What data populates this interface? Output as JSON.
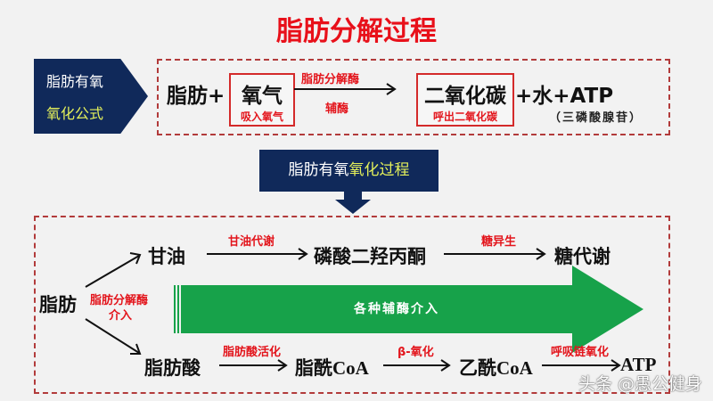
{
  "title": "脂肪分解过程",
  "formula": {
    "badge_line1": "脂肪有氧",
    "badge_line2": "氧化公式",
    "fat_plus": "脂肪+",
    "oxygen": "氧气",
    "oxygen_note": "吸入氧气",
    "enzyme_top": "脂肪分解酶",
    "enzyme_bottom": "辅酶",
    "co2": "二氧化碳",
    "co2_note": "呼出二氧化碳",
    "products": "+水+ATP",
    "atp_note": "（三磷酸腺苷）"
  },
  "process_header": {
    "part1": "脂肪有氧",
    "part2": "氧化过程"
  },
  "process": {
    "fat": "脂肪",
    "fat_enzyme_line1": "脂肪分解酶",
    "fat_enzyme_line2": "介入",
    "glycerol": "甘油",
    "glycerol_step": "甘油代谢",
    "dhap": "磷酸二羟丙酮",
    "gluconeogenesis": "糖异生",
    "sugar_metabolism": "糖代谢",
    "coenzymes": "各种辅酶介入",
    "fatty_acid": "脂肪酸",
    "activation": "脂肪酸活化",
    "acyl_coa": "脂酰CoA",
    "beta_oxidation": "β-氧化",
    "acetyl_coa": "乙酰CoA",
    "respiratory_chain": "呼吸链氧化",
    "atp": "ATP"
  },
  "watermark": "头条 @愚公健身",
  "colors": {
    "red": "#e3151c",
    "navy": "#10295a",
    "green": "#17a24a",
    "yellow": "#e3ef5a"
  }
}
